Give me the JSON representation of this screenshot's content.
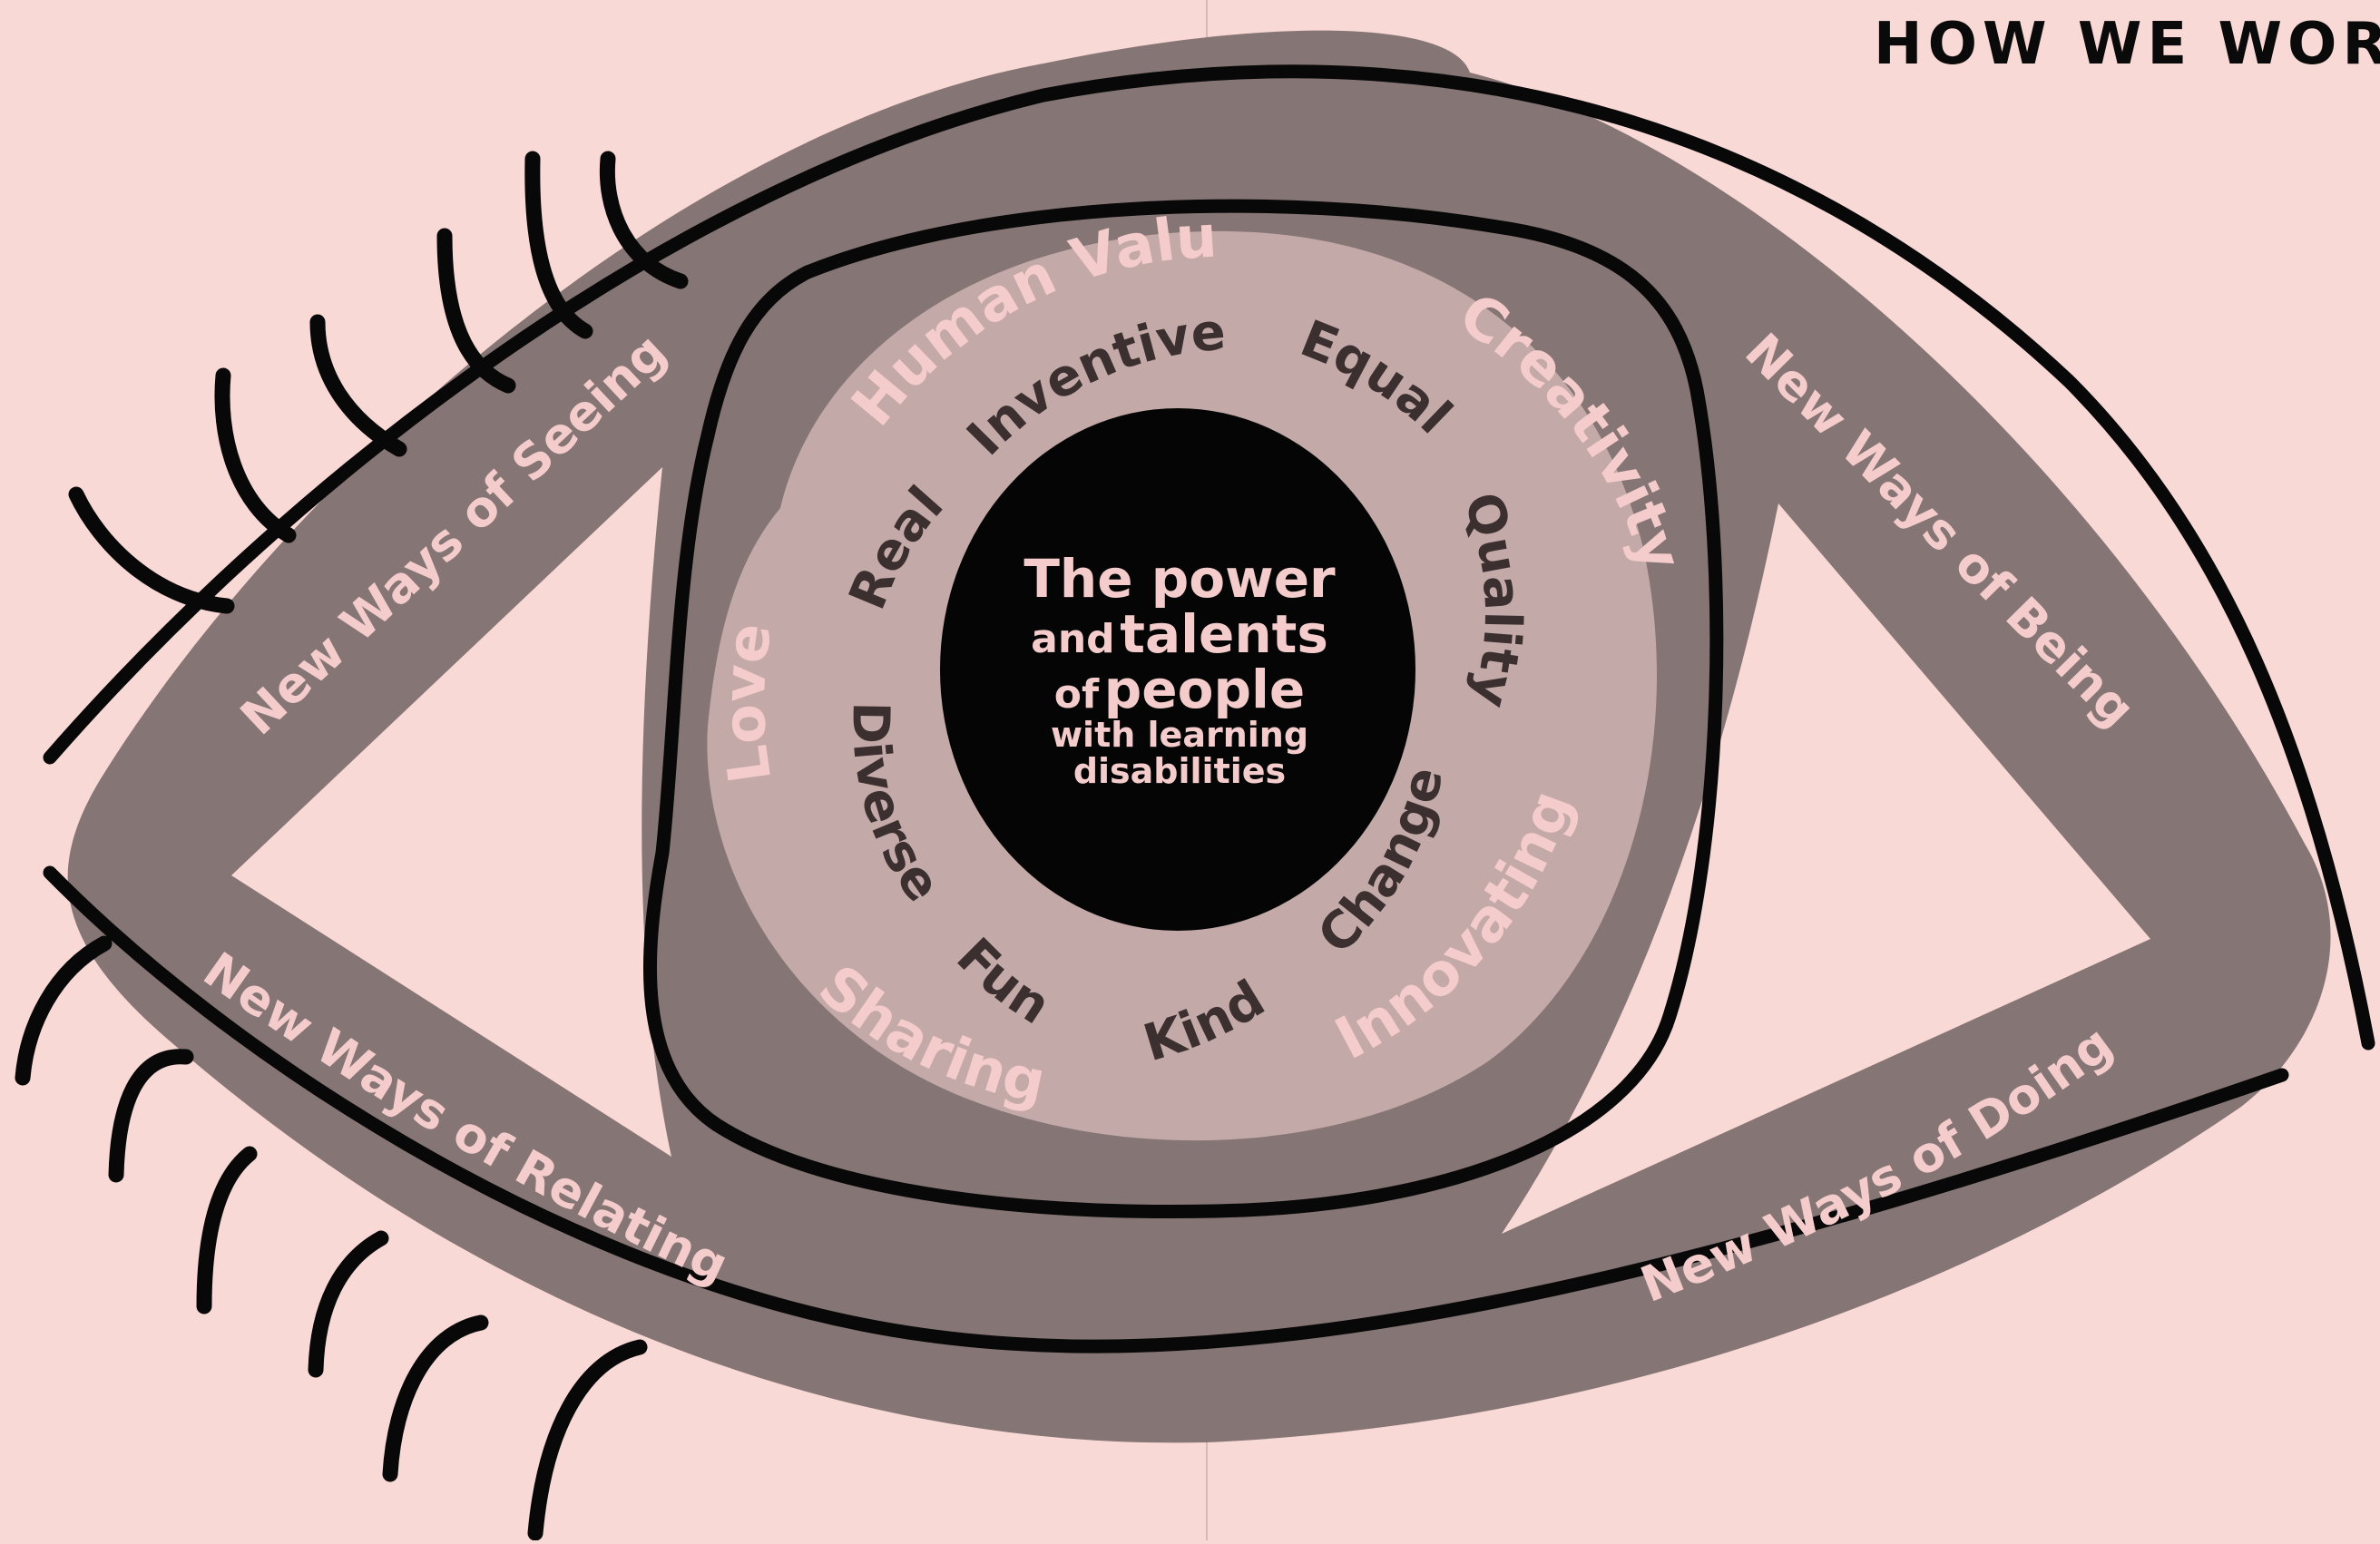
{
  "header": {
    "title": "HOW WE WOR"
  },
  "center": {
    "line1": "The power",
    "line2_small": "and",
    "line2_big": "talents",
    "line3_small": "of",
    "line3_big": "people",
    "line4": "with learning",
    "line5": "disabilities"
  },
  "outer_ring": {
    "seeing": "New Ways of Seeing",
    "being": "New Ways of Being",
    "relating": "New Ways of Relating",
    "doing": "New Ways of Doing"
  },
  "values_light": [
    "Human Value",
    "Creativity",
    "Innovating",
    "Sharing",
    "Love"
  ],
  "values_dark": [
    "Inventive",
    "Equal",
    "Quality",
    "Change",
    "Kind",
    "Fun",
    "Diverse",
    "Real"
  ],
  "colors": {
    "background": "#f9d9d6",
    "outer_band": "#867575",
    "iris": "#c3a9a7",
    "pupil": "#050505",
    "light_text": "#f4cccb",
    "dark_text": "#3b2f2f",
    "outline": "#080808"
  }
}
